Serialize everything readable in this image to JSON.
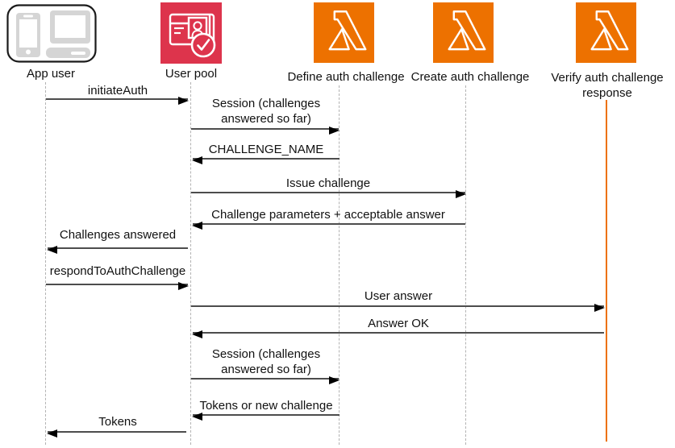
{
  "diagram_type": "sequence-diagram",
  "actors": [
    {
      "id": "app-user",
      "label": "App user",
      "icon": "app-user-devices-icon"
    },
    {
      "id": "user-pool",
      "label": "User pool",
      "icon": "user-pool-icon"
    },
    {
      "id": "define-auth-challenge",
      "label": "Define auth challenge",
      "icon": "lambda-icon"
    },
    {
      "id": "create-auth-challenge",
      "label": "Create auth challenge",
      "icon": "lambda-icon"
    },
    {
      "id": "verify-auth-challenge-response",
      "label": "Verify auth challenge response",
      "icon": "lambda-icon"
    }
  ],
  "messages": [
    {
      "label": "initiateAuth",
      "from": "App user",
      "to": "User pool"
    },
    {
      "label": "Session (challenges answered so far)",
      "from": "User pool",
      "to": "Define auth challenge"
    },
    {
      "label": "CHALLENGE_NAME",
      "from": "Define auth challenge",
      "to": "User pool"
    },
    {
      "label": "Issue challenge",
      "from": "User pool",
      "to": "Create auth challenge"
    },
    {
      "label": "Challenge parameters + acceptable answer",
      "from": "Create auth challenge",
      "to": "User pool"
    },
    {
      "label": "Challenges answered",
      "from": "User pool",
      "to": "App user"
    },
    {
      "label": "respondToAuthChallenge",
      "from": "App user",
      "to": "User pool"
    },
    {
      "label": "User answer",
      "from": "User pool",
      "to": "Verify auth challenge response"
    },
    {
      "label": "Answer OK",
      "from": "Verify auth challenge response",
      "to": "User pool"
    },
    {
      "label": "Session (challenges answered so far)",
      "from": "User pool",
      "to": "Define auth challenge"
    },
    {
      "label": "Tokens or new challenge",
      "from": "Define auth challenge",
      "to": "User pool"
    },
    {
      "label": "Tokens",
      "from": "User pool",
      "to": "App user"
    }
  ],
  "colors": {
    "lambda_orange": "#ED7100",
    "user_pool_red": "#DD344C",
    "arrow_line": "#4d4d4d",
    "arrow_head": "#000000",
    "lifeline": "#b3b3b3",
    "verify_lifeline": "#ED7100",
    "text": "#111111",
    "device_gray": "#d5d5d5"
  }
}
